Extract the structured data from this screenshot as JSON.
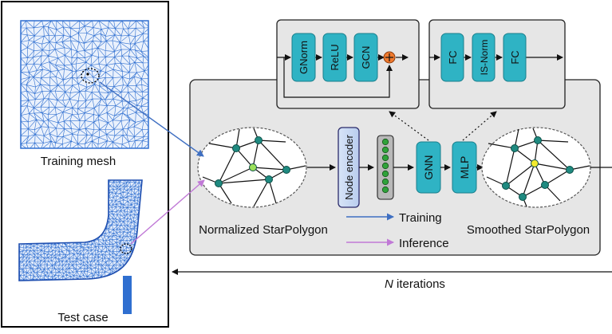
{
  "left_panel": {
    "training_caption": "Training mesh",
    "test_caption": "Test case"
  },
  "gnn_block": {
    "layers": [
      "GNorm",
      "ReLU",
      "GCN"
    ]
  },
  "mlp_block": {
    "layers": [
      "FC",
      "IS-Norm",
      "FC"
    ]
  },
  "main_panel": {
    "input_label": "Normalized StarPolygon",
    "output_label": "Smoothed StarPolygon",
    "node_encoder": "Node encoder",
    "gnn": "GNN",
    "mlp": "MLP"
  },
  "legend": {
    "training": "Training",
    "inference": "Inference"
  },
  "loop": {
    "n": "N",
    "label": " iterations"
  },
  "colors": {
    "teal": "#2fb3c4",
    "panel": "#e6e6e6",
    "training_arrow": "#3f6fc2",
    "inference_arrow": "#c079d6",
    "mesh_blue": "#2f6fd0",
    "node_teal": "#1f8a80",
    "node_center_in": "#9be05a",
    "node_center_out": "#f3ea2e",
    "adder": "#f07a2e",
    "encoder_fill": "#c5d8f3"
  },
  "icons": {
    "adder": "plus-circle-icon"
  }
}
